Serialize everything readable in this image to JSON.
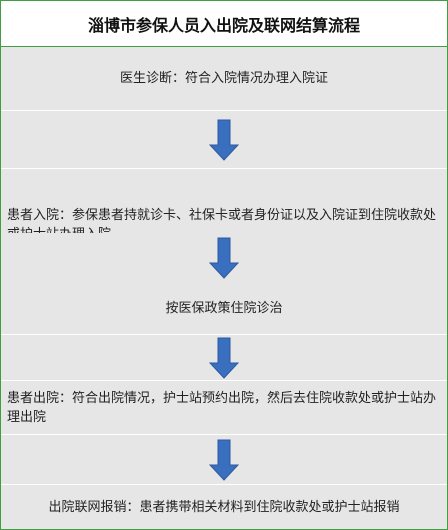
{
  "title": "淄博市参保人员入出院及联网结算流程",
  "steps": [
    {
      "text": "医生诊断：符合入院情况办理入院证"
    },
    {
      "text": "患者入院：参保患者持就诊卡、社保卡或者身份证以及入院证到住院收款处或护士站办理入院"
    },
    {
      "text": "按医保政策住院诊治"
    },
    {
      "text": "患者出院：符合出院情况，护士站预约出院，然后去住院收款处或护士站办理出院"
    },
    {
      "text": "出院联网报销：患者携带相关材料到住院收款处或护士站报销"
    }
  ],
  "arrow_color": "#3a6fbf",
  "border_color": "#3f9f3f"
}
